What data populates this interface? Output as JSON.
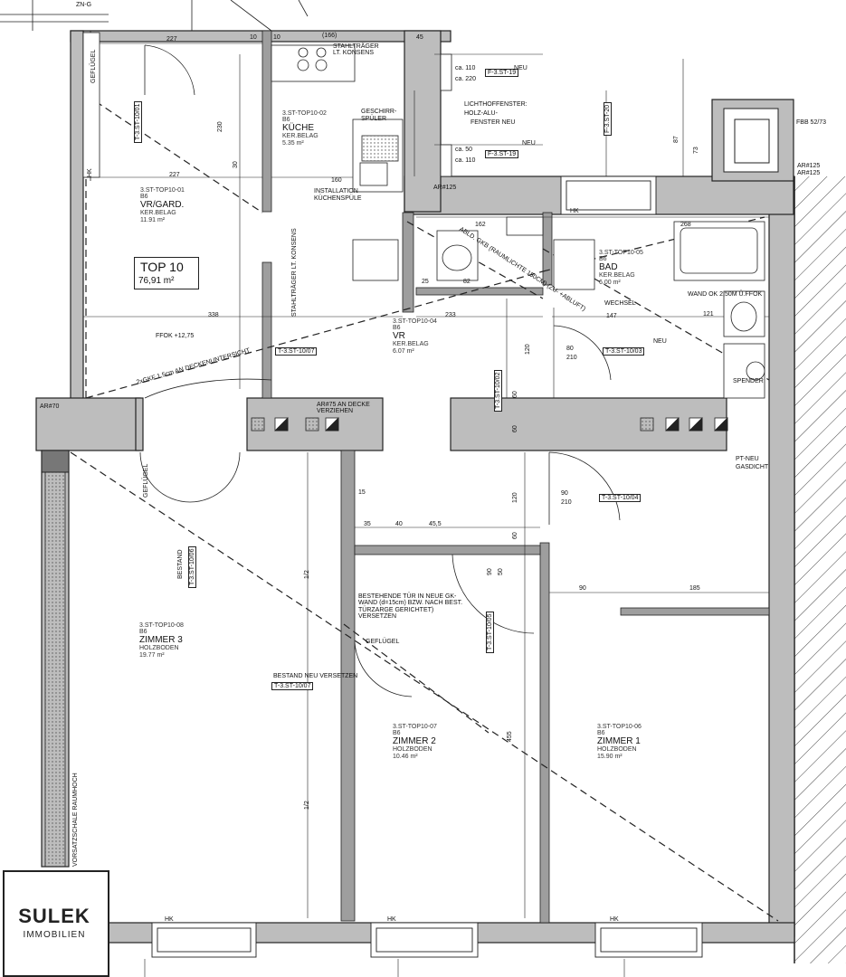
{
  "rooms": {
    "vr_gard": {
      "code": "3.ST-TOP10-01",
      "b": "B6",
      "name": "VR/GARD.",
      "floor": "KER.BELAG",
      "area": "11.91 m²"
    },
    "kueche": {
      "code": "3.ST-TOP10-02",
      "b": "B6",
      "name": "KÜCHE",
      "floor": "KER.BELAG",
      "area": "5.35 m²"
    },
    "vr": {
      "code": "3.ST-TOP10-04",
      "b": "B6",
      "name": "VR",
      "floor": "KER.BELAG",
      "area": "6.07 m²"
    },
    "bad": {
      "code": "3.ST-TOP10-05",
      "b": "B6",
      "name": "BAD",
      "floor": "KER.BELAG",
      "area": "6.00 m²"
    },
    "zimmer3": {
      "code": "3.ST-TOP10-08",
      "b": "B6",
      "name": "ZIMMER 3",
      "floor": "HOLZBODEN",
      "area": "19.77 m²"
    },
    "zimmer2": {
      "code": "3.ST-TOP10-07",
      "b": "B6",
      "name": "ZIMMER 2",
      "floor": "HOLZBODEN",
      "area": "10.46 m²"
    },
    "zimmer1": {
      "code": "3.ST-TOP10-06",
      "b": "B6",
      "name": "ZIMMER 1",
      "floor": "HOLZBODEN",
      "area": "15.90 m²"
    }
  },
  "top_box": {
    "title": "TOP 10",
    "area": "76,91 m²"
  },
  "tags": {
    "f319a": "F-3.ST-19",
    "f319b": "F-3.ST-19",
    "f320": "F-3.ST-20",
    "t1007": "T-3.ST-10/07",
    "t1003": "T-3.ST-10/03",
    "t1004": "T-3.ST-10/04",
    "t1005": "T-3.ST-10/05",
    "t1006": "T-3.ST-10/06",
    "t1007b": "T-3.ST-10/07",
    "t1001": "T-3.ST-10/01",
    "t1002": "T-3.ST-10/02"
  },
  "notes": {
    "zn_g": "ZN-G",
    "stahltraeger": "STAHLTRÄGER LT. KONSENS",
    "stahltraeger2": "STAHLTRÄGER LT. KONSENS",
    "lichthof": "LICHTHOFFENSTER:",
    "holz_alu": "HOLZ-ALU-",
    "fenster_neu": "FENSTER NEU",
    "neu1": "NEU",
    "neu2": "NEU",
    "neu3": "NEU",
    "bestand1": "BESTAND",
    "bestand2": "BESTAND NEU VERSETZEN",
    "geschirr": "GESCHIRR-",
    "spueler": "SPÜLER",
    "installation": "INSTALLATION",
    "kuechenspuele": "KÜCHENSPÜLE",
    "ar125": "AR#125",
    "ar125b": "AR#125",
    "ar70": "AR#70",
    "ffok": "FFOK +12,75",
    "wand_ok": "WAND OK 2,50M Ü.FFOK",
    "wechsel": "WECHSEL",
    "schacht": "2xGKF 1,5cm AN DECKENUNTERSICHT",
    "schacht2": "ABLD. GKB (RAUMLICHTE 150CM) (ZU- +ABLUFT)",
    "bestehende_tuer": "BESTEHENDE TÜR IN NEUE GK-WAND (d=15cm) BZW. NACH BEST. TÜRZARGE GERICHTET) VERSETZEN",
    "gefluegel1": "GEFLÜGEL",
    "gefluegel2": "GEFLÜGEL",
    "gefluegel3": "GEFLÜGEL",
    "vorsatz": "VORSATZSCHALE RAUMHOCH",
    "pt_neu": "PT-NEU",
    "gasdicht": "GASDICHT",
    "hk1": "HK",
    "hk2": "HK",
    "hk3": "HK",
    "hk4": "HK",
    "hk5": "HK",
    "fbb": "FBB 52/73",
    "ar_abluft": "AR#125",
    "arndecke": "AR#75 AN DECKE VERZIEHEN",
    "spender": "SPENDER"
  },
  "dims": {
    "d227a": "227",
    "d227b": "227",
    "d10a": "10",
    "d10b": "10",
    "d45": "45",
    "d166": "(166)",
    "d110a": "ca. 110",
    "d220a": "ca. 220",
    "d50": "ca. 50",
    "d110b": "ca. 110",
    "d230": "230",
    "d30": "30",
    "d160": "160",
    "d268": "268",
    "d162": "162",
    "d25": "25",
    "d82": "82",
    "d338": "338",
    "d233": "233",
    "d121": "121",
    "d80": "80",
    "d210a": "210",
    "d60a": "60",
    "d60b": "60",
    "d120a": "120",
    "d90a": "90",
    "d210b": "210",
    "d15": "15",
    "d40": "40",
    "d455a": "45,5",
    "d35": "35",
    "d12a": "1/2",
    "d12b": "1/2",
    "d90b": "90",
    "d185": "185",
    "d455b": "455",
    "d87": "87",
    "d73": "73",
    "d147": "147",
    "d60c": "60",
    "d120b": "120",
    "d90c": "90",
    "d50b": "50"
  },
  "logo": {
    "name": "SULEK",
    "sub": "IMMOBILIEN"
  }
}
